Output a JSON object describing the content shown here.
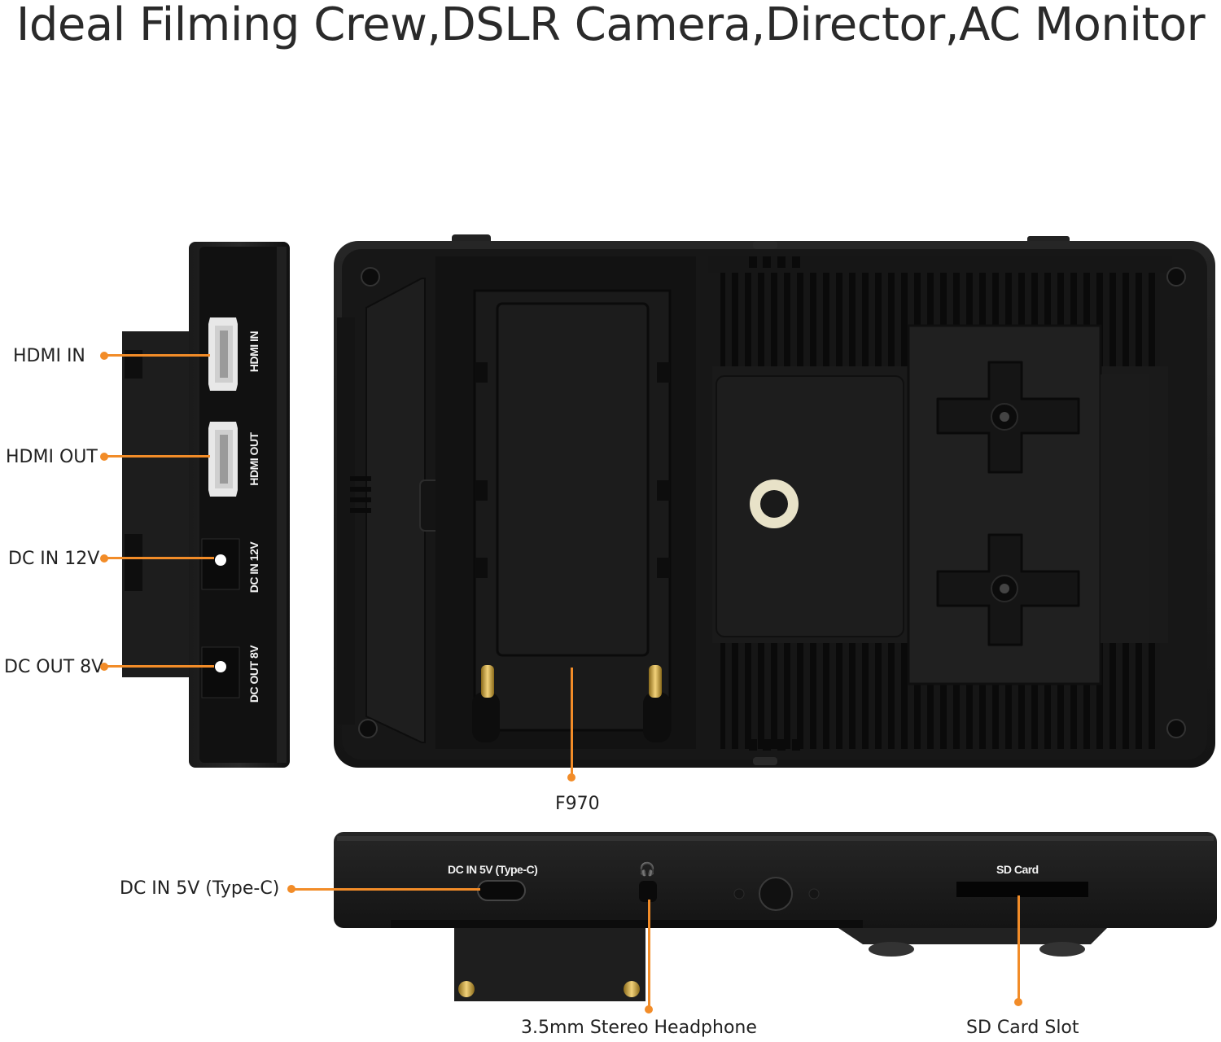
{
  "title": "Ideal Filming Crew,DSLR Camera,Director,AC Monitor",
  "side_view": {
    "callouts": [
      {
        "label": "HDMI IN"
      },
      {
        "label": "HDMI OUT"
      },
      {
        "label": "DC IN 12V"
      },
      {
        "label": "DC OUT 8V"
      }
    ],
    "port_labels": [
      "HDMI IN",
      "HDMI OUT",
      "DC IN 12V",
      "DC OUT 8V"
    ]
  },
  "back_view": {
    "callout": "F970"
  },
  "bottom_view": {
    "callouts": [
      {
        "label": "DC IN 5V (Type-C)"
      },
      {
        "label": "3.5mm Stereo Headphone"
      },
      {
        "label": "SD Card Slot"
      }
    ],
    "port_labels": {
      "typec": "DC IN 5V (Type-C)",
      "sd": "SD Card",
      "headphone_symbol": "🎧"
    }
  },
  "colors": {
    "accent": "#f28c28",
    "body": "#1c1c1c",
    "body_dark": "#0f0f0f",
    "text": "#222222"
  }
}
